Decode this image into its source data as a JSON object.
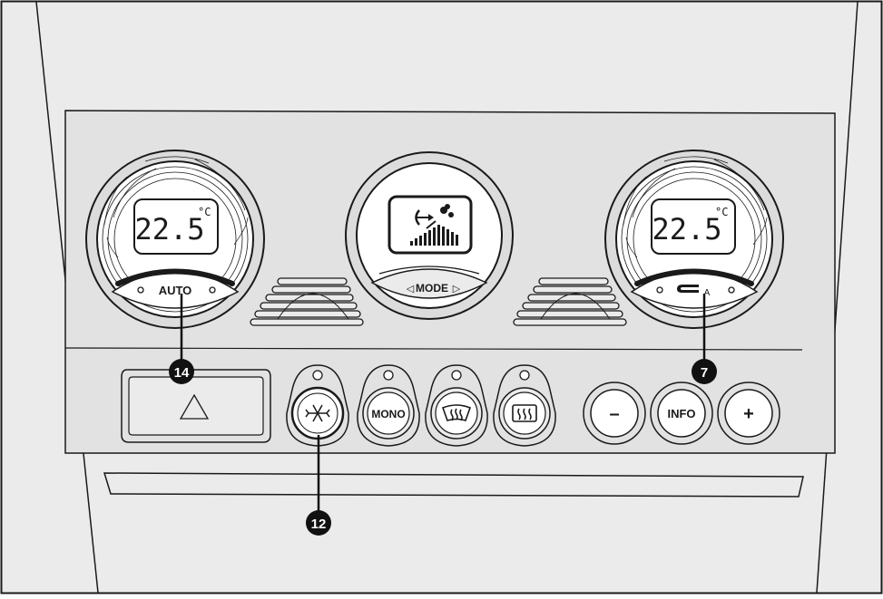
{
  "left_dial": {
    "temperature": "22.5",
    "unit": "°C",
    "button_label": "AUTO",
    "callout_number": "14"
  },
  "center_dial": {
    "mode_label": "MODE",
    "mode_left_arrow": "◁",
    "mode_right_arrow": "▷",
    "icon": "airflow-fan-icon"
  },
  "right_dial": {
    "temperature": "22.5",
    "unit": "°C",
    "button_label": "A",
    "button_icon": "recirculation-icon",
    "callout_number": "7"
  },
  "buttons": {
    "hazard_icon": "warning-triangle-icon",
    "ac_icon": "snowflake-icon",
    "ac_callout_number": "12",
    "mono_label": "MONO",
    "windscreen_icon": "windscreen-defrost-icon",
    "rear_icon": "rear-window-defrost-icon",
    "minus_label": "–",
    "info_label": "INFO",
    "plus_label": "+"
  },
  "colors": {
    "background": "#ebebeb",
    "panel": "#e2e2e2",
    "outline": "#1a1a1a",
    "callout": "#111111",
    "white": "#ffffff"
  }
}
